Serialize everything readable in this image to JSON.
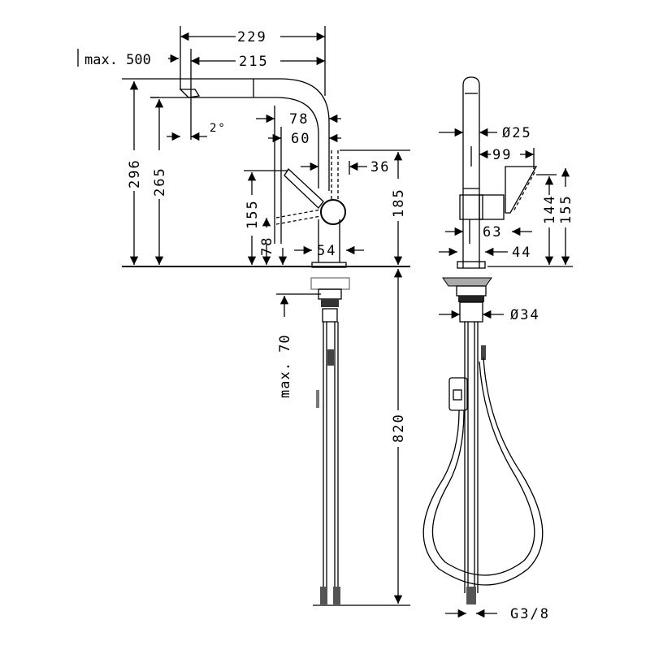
{
  "drawing": {
    "front_view": {
      "dimensions": {
        "width_229": "229",
        "width_215": "215",
        "max_500": "max. 500",
        "angle_2": "2°",
        "height_296": "296",
        "height_265": "265",
        "d_78": "78",
        "d_60": "60",
        "d_36": "36",
        "height_155": "155",
        "height_78": "78",
        "width_54": "54",
        "height_185": "185",
        "max_70": "max. 70",
        "length_820": "820"
      }
    },
    "side_view": {
      "dimensions": {
        "dia_25": "Ø25",
        "d_99": "99",
        "d_63": "63",
        "d_44": "44",
        "height_144": "144",
        "height_155": "155",
        "dia_34": "Ø34",
        "thread": "G3/8"
      }
    }
  }
}
